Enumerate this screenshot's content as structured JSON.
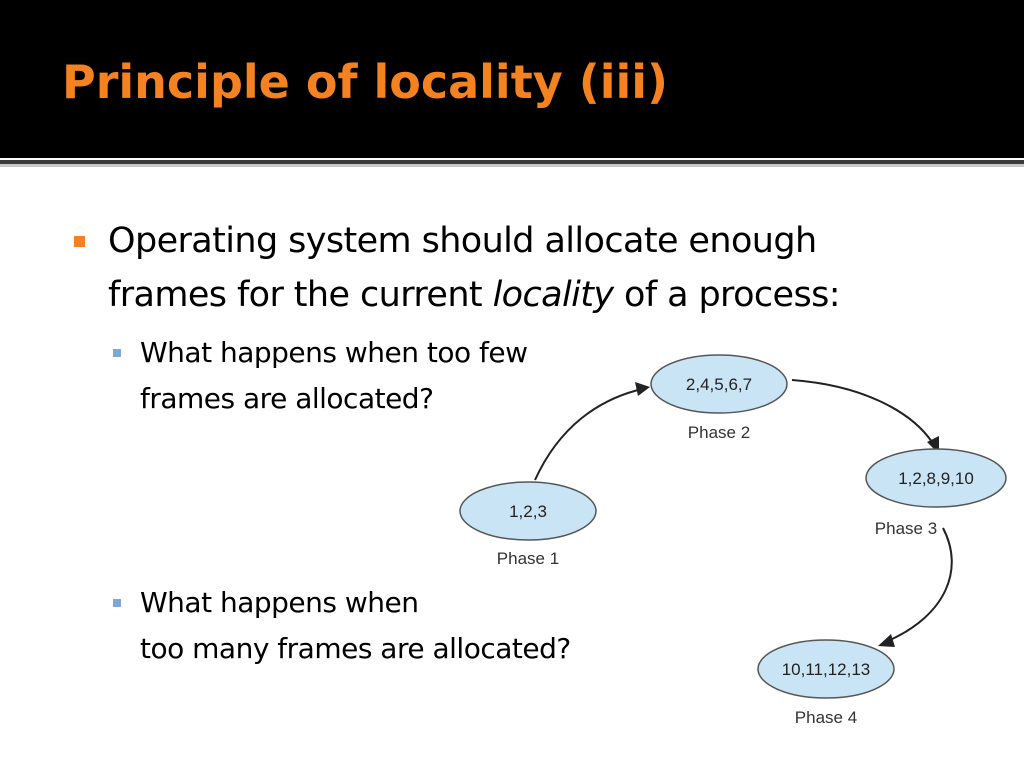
{
  "slide": {
    "title": "Principle of locality (iii)"
  },
  "bullets": {
    "main": {
      "line1": "Operating system should allocate enough",
      "line2_before": "frames for the current ",
      "line2_italic": "locality",
      "line2_after": " of a process:"
    },
    "sub1": {
      "line1": "What happens when too few",
      "line2": "frames are allocated?"
    },
    "sub2": {
      "line1": "What happens when",
      "line2": "too many frames are allocated?"
    }
  },
  "diagram": {
    "phases": [
      {
        "pages": "1,2,3",
        "label": "Phase 1"
      },
      {
        "pages": "2,4,5,6,7",
        "label": "Phase 2"
      },
      {
        "pages": "1,2,8,9,10",
        "label": "Phase 3"
      },
      {
        "pages": "10,11,12,13",
        "label": "Phase 4"
      }
    ]
  },
  "colors": {
    "title": "#f58220",
    "main_bullet": "#f58220",
    "sub_bullet": "#7fa7d9",
    "node_fill": "#c9e5f5"
  }
}
